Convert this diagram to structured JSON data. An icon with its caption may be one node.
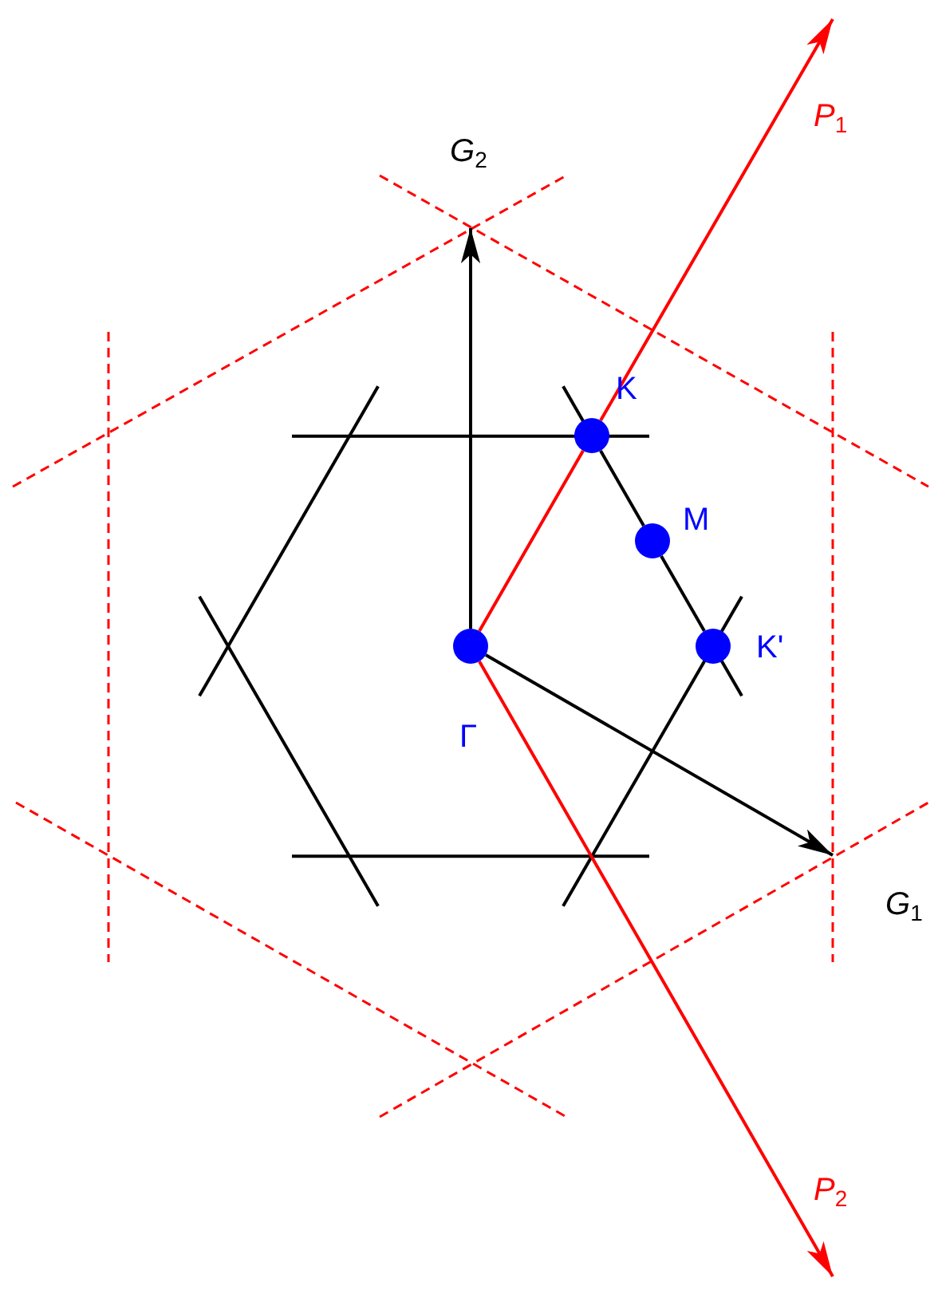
{
  "diagram": {
    "nodes": [
      {
        "text": [],
        "shape": "circle",
        "beside": [
          "Γ"
        ]
      },
      {
        "text": [],
        "shape": "circle",
        "beside": [
          "K"
        ]
      },
      {
        "text": [],
        "shape": "circle",
        "beside": [
          "M"
        ]
      },
      {
        "text": [],
        "shape": "circle",
        "beside": [
          "K'"
        ]
      }
    ],
    "edges": [
      {
        "from": 0,
        "to": null,
        "arrow": "to",
        "label": "*G*$_{2}$"
      },
      {
        "from": 0,
        "to": null,
        "arrow": "to",
        "label": "*G*$_{1}$"
      },
      {
        "from": 0,
        "to": 1,
        "arrow": "none",
        "color": "#ff0000"
      },
      {
        "from": 1,
        "to": null,
        "arrow": "to",
        "label": "*P*$_{1}$",
        "color": "#ff0000"
      },
      {
        "from": 0,
        "to": null,
        "arrow": "to",
        "label": "*P*$_{2}$",
        "color": "#ff0000"
      },
      {
        "from": 1,
        "to": 2,
        "arrow": "none"
      },
      {
        "from": 2,
        "to": 3,
        "arrow": "none"
      }
    ]
  }
}
